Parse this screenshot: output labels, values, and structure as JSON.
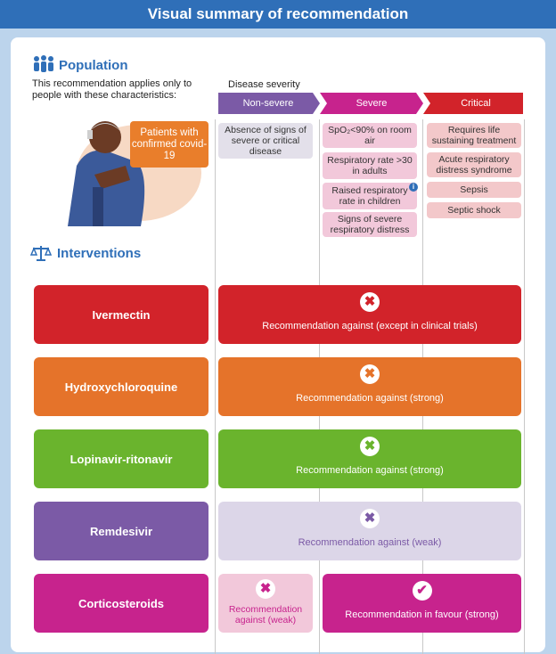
{
  "header": {
    "title": "Visual summary of recommendation"
  },
  "population": {
    "title": "Population",
    "description": "This recommendation applies only to people with these characteristics:",
    "patients_badge": "Patients with confirmed covid-19"
  },
  "severity": {
    "label": "Disease severity",
    "levels": [
      {
        "label": "Non-severe",
        "color": "#7b5aa6"
      },
      {
        "label": "Severe",
        "color": "#c7238d"
      },
      {
        "label": "Critical",
        "color": "#d2232a"
      }
    ],
    "non_severe": [
      "Absence of signs of severe or critical disease"
    ],
    "severe": [
      "SpO₂<90% on room air",
      "Respiratory rate >30 in adults",
      "Raised respiratory rate in children",
      "Signs of severe respiratory distress"
    ],
    "critical": [
      "Requires life sustaining treatment",
      "Acute respiratory distress syndrome",
      "Sepsis",
      "Septic shock"
    ]
  },
  "interventions": {
    "title": "Interventions",
    "rows": [
      {
        "drug": "Ivermectin",
        "color": "#d2232a",
        "recs": [
          {
            "text": "Recommendation against (except in clinical trials)",
            "icon": "cross-icon"
          }
        ]
      },
      {
        "drug": "Hydroxychloroquine",
        "color": "#e5732a",
        "recs": [
          {
            "text": "Recommendation against (strong)",
            "icon": "cross-icon"
          }
        ]
      },
      {
        "drug": "Lopinavir-ritonavir",
        "color": "#6ab42d",
        "recs": [
          {
            "text": "Recommendation against (strong)",
            "icon": "cross-icon"
          }
        ]
      },
      {
        "drug": "Remdesivir",
        "color": "#7b5aa6",
        "recs": [
          {
            "text": "Recommendation against (weak)",
            "icon": "cross-icon"
          }
        ]
      },
      {
        "drug": "Corticosteroids",
        "color": "#c7238d",
        "recs": [
          {
            "text": "Recommendation against (weak)",
            "icon": "cross-icon"
          },
          {
            "text": "Recommendation in favour (strong)",
            "icon": "check-icon"
          }
        ]
      }
    ]
  }
}
